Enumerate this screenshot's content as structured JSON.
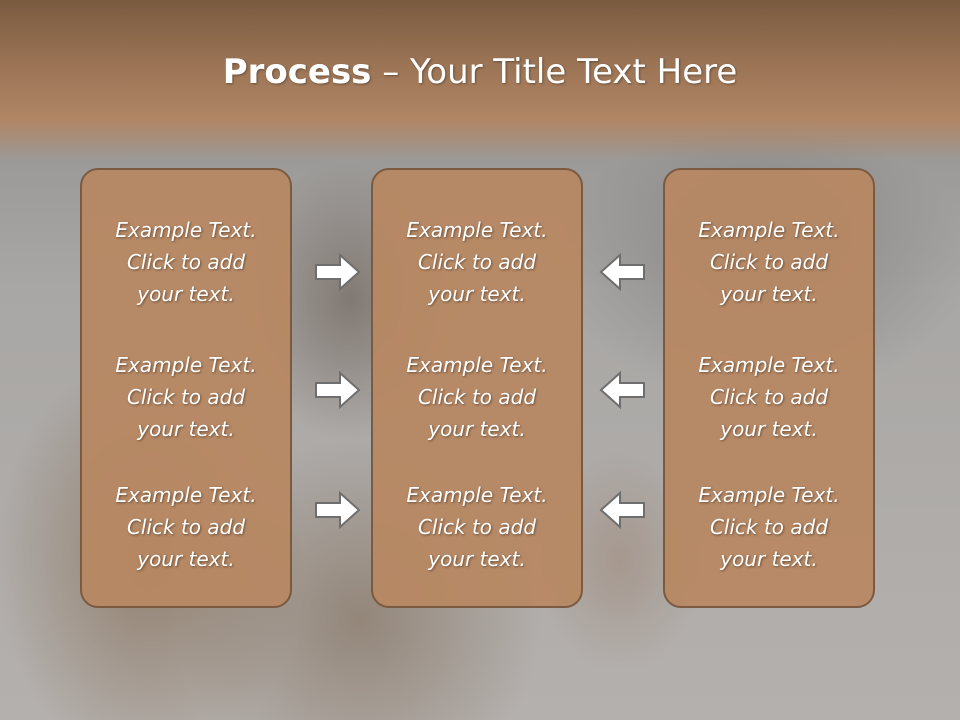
{
  "slide": {
    "title_bold": "Process",
    "title_rest": " – Your Title Text Here"
  },
  "columns": [
    {
      "items": [
        {
          "line1": "Example Text.",
          "line2": "Click  to add",
          "line3": "your text."
        },
        {
          "line1": "Example Text.",
          "line2": "Click  to add",
          "line3": "your text."
        },
        {
          "line1": "Example Text.",
          "line2": "Click  to add",
          "line3": "your text."
        }
      ]
    },
    {
      "items": [
        {
          "line1": "Example Text.",
          "line2": "Click  to add",
          "line3": "your text."
        },
        {
          "line1": "Example Text.",
          "line2": "Click  to add",
          "line3": "your text."
        },
        {
          "line1": "Example Text.",
          "line2": "Click  to add",
          "line3": "your text."
        }
      ]
    },
    {
      "items": [
        {
          "line1": "Example Text.",
          "line2": "Click  to add",
          "line3": "your text."
        },
        {
          "line1": "Example Text.",
          "line2": "Click  to add",
          "line3": "your text."
        },
        {
          "line1": "Example Text.",
          "line2": "Click  to add",
          "line3": "your text."
        }
      ]
    }
  ],
  "arrows": {
    "left_group": "arrow-right-icon",
    "right_group": "arrow-left-icon",
    "fill": "#ffffff",
    "stroke": "#6e6e6e"
  },
  "colors": {
    "card_fill": "#b88862",
    "card_border": "#7a5a40",
    "header": "#9b7455"
  }
}
